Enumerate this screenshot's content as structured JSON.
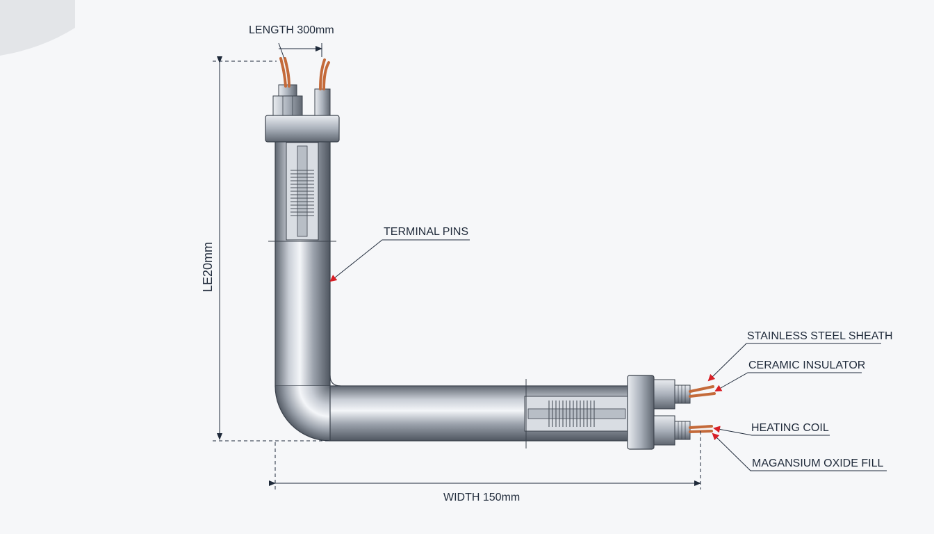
{
  "labels": {
    "length_top": "LENGTH 300mm",
    "height_side": "LE20mm",
    "width_bottom": "WIDTH 150mm",
    "terminal_pins": "TERMINAL PINS",
    "stainless_sheath": "STAINLESS STEEL SHEATH",
    "ceramic_insulator": "CERAMIC INSULATOR",
    "heating_coil": "HEATING COIL",
    "oxide_fill": "MAGANSIUM OXIDE FILL"
  },
  "colors": {
    "line": "#1f2a3a",
    "arrow": "#d81f26",
    "wire": "#c46a3a",
    "metal_dark": "#6f7680",
    "metal_light": "#eef1f5"
  }
}
